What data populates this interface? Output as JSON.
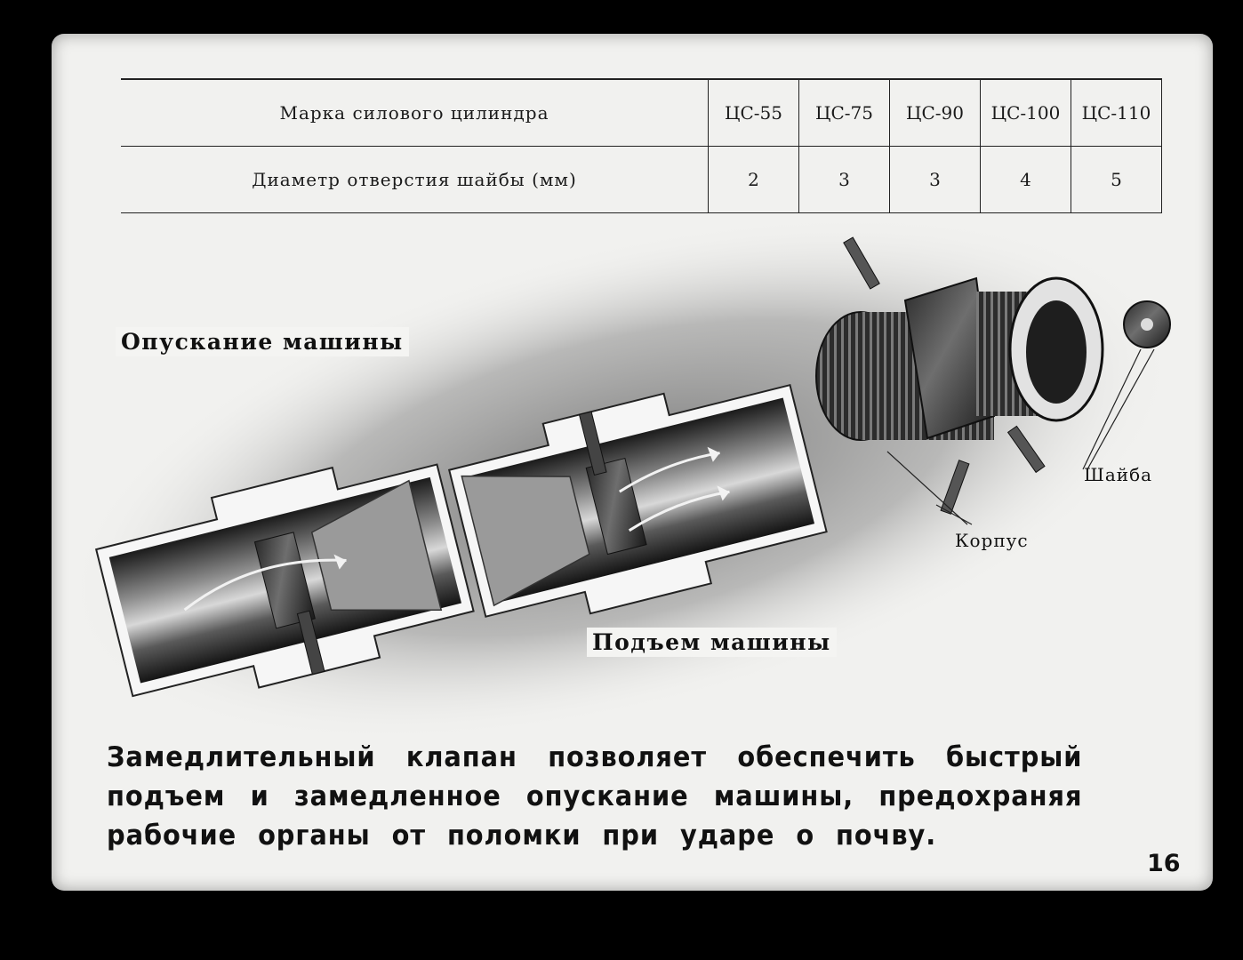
{
  "table": {
    "header_label": "Марка силового цилиндра",
    "models": [
      "ЦС-55",
      "ЦС-75",
      "ЦС-90",
      "ЦС-100",
      "ЦС-110"
    ],
    "row_label": "Диаметр отверстия шайбы (мм)",
    "diameters": [
      "2",
      "3",
      "3",
      "4",
      "5"
    ]
  },
  "labels": {
    "lowering": "Опускание машины",
    "raising": "Подъем машины",
    "body": "Корпус",
    "washer": "Шайба"
  },
  "caption": "Замедлительный клапан позволяет обеспечить быстрый подъем и замедленное опускание машины, предохраняя рабочие органы от поломки при ударе о почву.",
  "page_number": "16"
}
